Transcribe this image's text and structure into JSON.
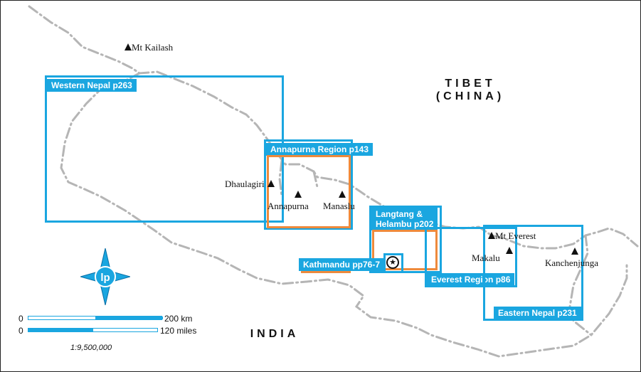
{
  "regions": {
    "western": "Western Nepal p263",
    "annapurna": "Annapurna Region p143",
    "langtang_line1": "Langtang &",
    "langtang_line2": "Helambu p202",
    "kathmandu": "Kathmandu pp76-7",
    "everest": "Everest Region p86",
    "eastern": "Eastern Nepal p231"
  },
  "peaks": {
    "kailash": "Mt Kailash",
    "dhaulagiri": "Dhaulagiri",
    "annapurna": "Annapurna",
    "manaslu": "Manaslu",
    "everest": "Mt Everest",
    "makalu": "Makalu",
    "kanchenjunga": "Kanchenjunga"
  },
  "countries": {
    "tibet": "TIBET",
    "china": "(CHINA)",
    "india": "INDIA"
  },
  "scale": {
    "zero_km": "0",
    "km_label": "200 km",
    "zero_mi": "0",
    "mi_label": "120 miles",
    "ratio": "1:9,500,000"
  },
  "colors": {
    "accent": "#1aa6e0",
    "highlight": "#ee8a3c",
    "border_line": "#b5b5b5"
  },
  "logo_text": "lp"
}
